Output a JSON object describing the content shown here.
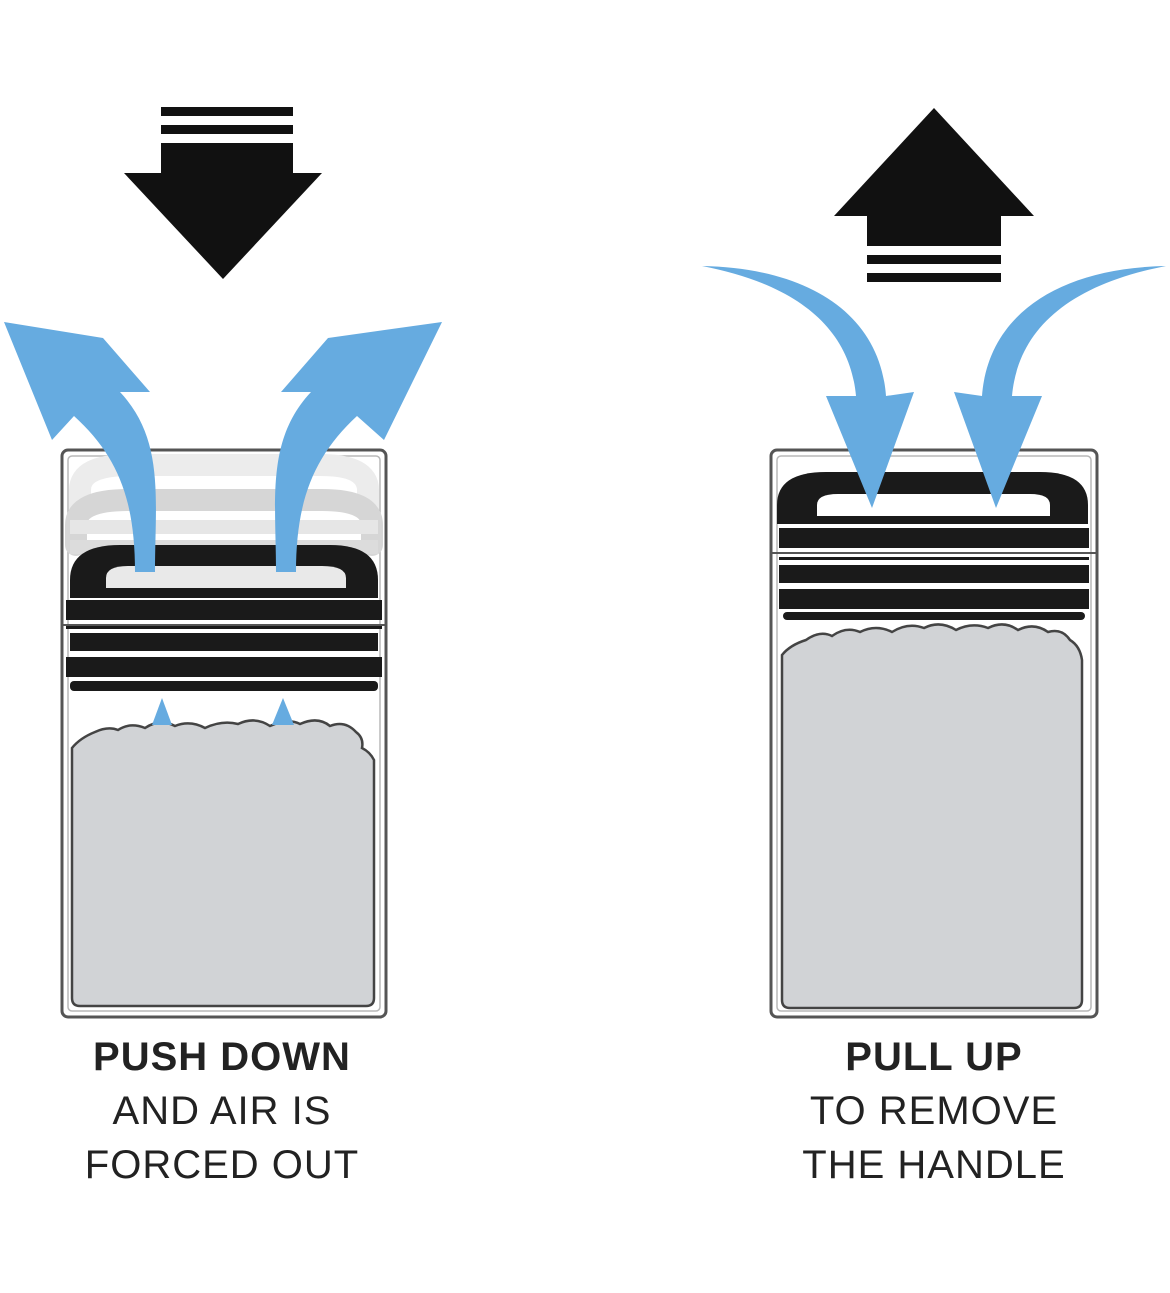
{
  "panels": [
    {
      "id": "push",
      "caption_title": "PUSH DOWN",
      "caption_line1": "AND AIR IS",
      "caption_line2": "FORCED OUT"
    },
    {
      "id": "pull",
      "caption_title": "PULL UP",
      "caption_line1": "TO REMOVE",
      "caption_line2": "THE HANDLE"
    }
  ],
  "colors": {
    "air_arrow": "#66abe0",
    "motion_arrow": "#111111",
    "jar_outline": "#555555",
    "contents_fill": "#d1d3d6",
    "lid": "#1a1a1a"
  },
  "icons": {
    "down": "down-arrow-icon",
    "up": "up-arrow-icon",
    "air": "curved-air-arrow-icon"
  }
}
